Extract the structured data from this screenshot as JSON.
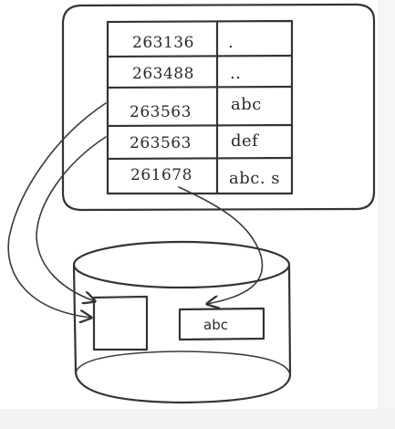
{
  "directory": {
    "entries": [
      {
        "inode": "263136",
        "name": "."
      },
      {
        "inode": "263488",
        "name": ".."
      },
      {
        "inode": "263563",
        "name": "abc"
      },
      {
        "inode": "263563",
        "name": "def"
      },
      {
        "inode": "261678",
        "name": "abc. s"
      }
    ]
  },
  "disk": {
    "block_label": "abc"
  }
}
